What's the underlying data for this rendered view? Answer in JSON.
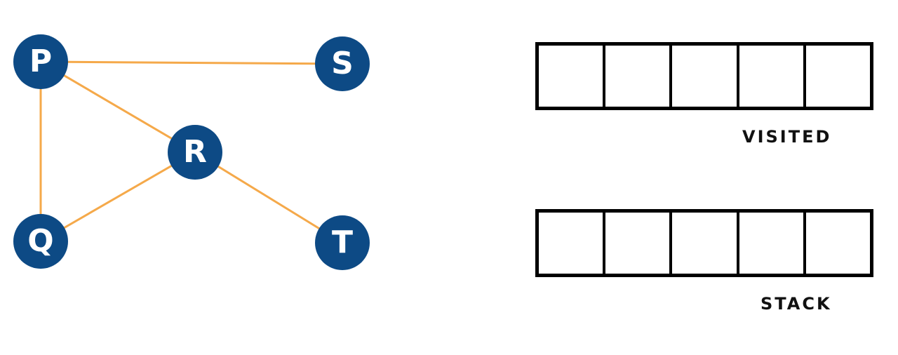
{
  "colors": {
    "node_fill": "#0d4a85",
    "node_text": "#ffffff",
    "edge": "#f5a94a",
    "box_border": "#000000"
  },
  "graph": {
    "nodes": [
      {
        "id": "P",
        "label": "P"
      },
      {
        "id": "S",
        "label": "S"
      },
      {
        "id": "R",
        "label": "R"
      },
      {
        "id": "Q",
        "label": "Q"
      },
      {
        "id": "T",
        "label": "T"
      }
    ],
    "edges": [
      {
        "from": "P",
        "to": "S"
      },
      {
        "from": "P",
        "to": "R"
      },
      {
        "from": "P",
        "to": "Q"
      },
      {
        "from": "R",
        "to": "Q"
      },
      {
        "from": "R",
        "to": "T"
      }
    ]
  },
  "visited": {
    "label": "VISITED",
    "cells": [
      "",
      "",
      "",
      "",
      ""
    ]
  },
  "stack": {
    "label": "STACK",
    "cells": [
      "",
      "",
      "",
      "",
      ""
    ]
  }
}
